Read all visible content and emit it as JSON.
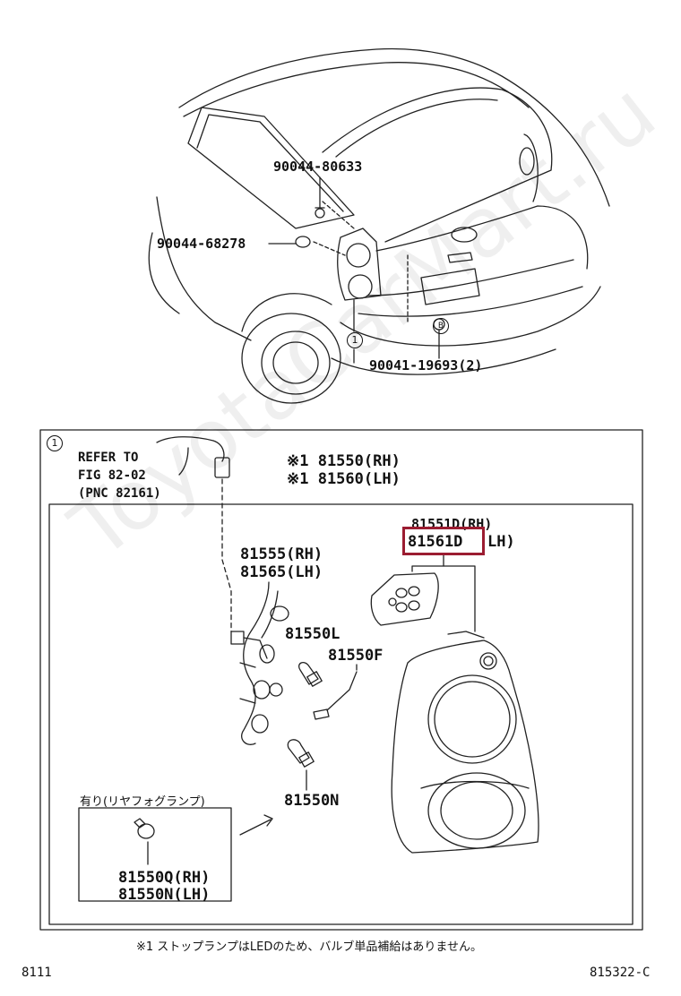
{
  "parts": {
    "top_bolt": "90044-80633",
    "side_bolt": "90044-68278",
    "lower_screw": "90041-19693(2)",
    "assy_rh": "※1 81550(RH)",
    "assy_lh": "※1 81560(LH)",
    "lens_rh": "81551D(RH)",
    "lens_lh_num": "81561D",
    "lens_lh_suffix": "LH)",
    "socket_rh": "81555(RH)",
    "socket_lh": "81565(LH)",
    "bulb_l": "81550L",
    "bulb_f": "81550F",
    "bulb_n": "81550N",
    "fog_rh": "81550Q(RH)",
    "fog_lh": "81550N(LH)"
  },
  "refer": {
    "line1": "REFER TO",
    "line2": "FIG 82-02",
    "line3": "(PNC 82161)"
  },
  "callout": "1",
  "fog_option": "有り(リヤフォグランプ)",
  "footnote": "※1 ストップランプはLEDのため、バルブ単品補給はありません。",
  "page_left": "8111",
  "page_right": "815322-C",
  "watermark": "ToyotaCarMart.ru",
  "highlight_color": "#9b1c31"
}
